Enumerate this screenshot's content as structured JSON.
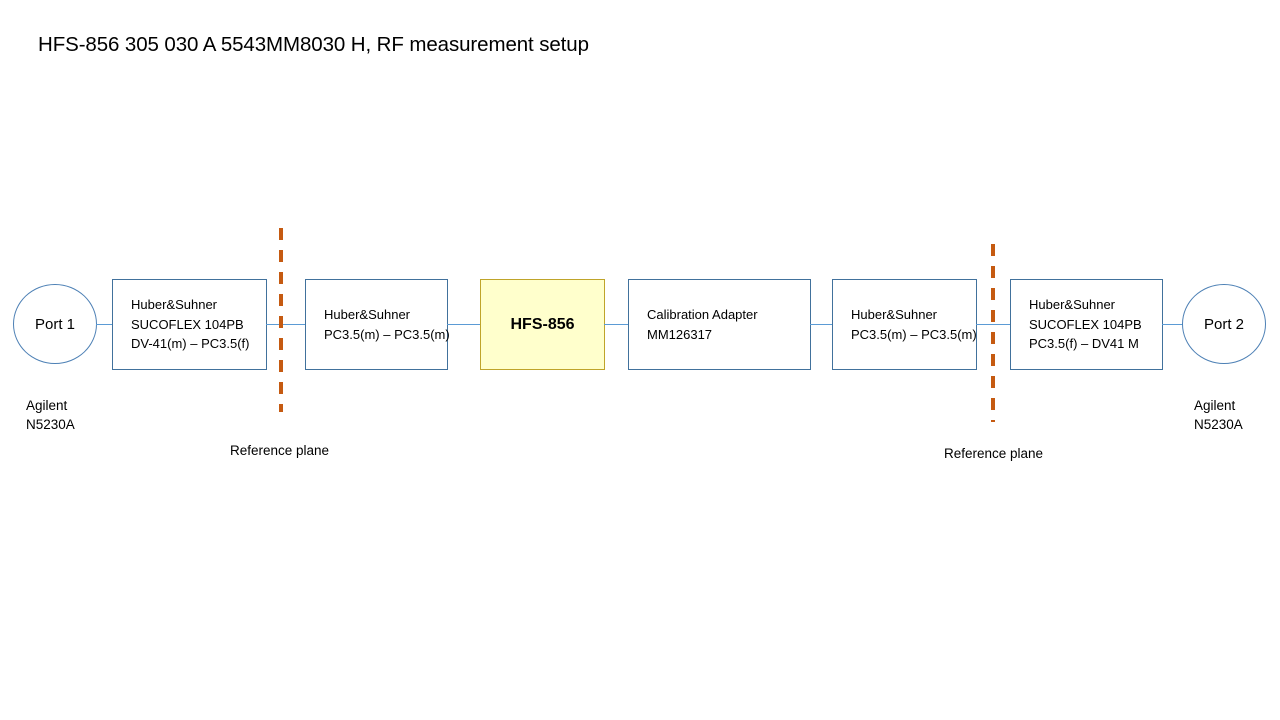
{
  "slide": {
    "title": "HFS-856 305 030 A 5543MM8030 H, RF measurement setup",
    "background_color": "#FFFFFF"
  },
  "colors": {
    "box_border": "#41719C",
    "circle_border": "#4D80B5",
    "connector_line": "#5B9BD5",
    "reference_plane": "#C55A11",
    "dut_fill": "#FFFFCC",
    "text": "#000000"
  },
  "ports": [
    {
      "id": "port-1",
      "label": "Port 1",
      "instrument_line_1": "Agilent",
      "instrument_line_2": "N5230A",
      "side": "left"
    },
    {
      "id": "port-2",
      "label": "Port  2",
      "instrument_line_1": "Agilent",
      "instrument_line_2": "N5230A",
      "side": "right"
    }
  ],
  "components": [
    {
      "id": "cable-1",
      "line1": "Huber&Suhner",
      "line2": "SUCOFLEX 104PB",
      "line3": "DV-41(m) – PC3.5(f)"
    },
    {
      "id": "cable-2",
      "line1": "Huber&Suhner",
      "line2": "PC3.5(m) – PC3.5(m)",
      "line3": ""
    },
    {
      "id": "dut",
      "line1": "HFS-856",
      "line2": "",
      "line3": ""
    },
    {
      "id": "calibration-adapter",
      "line1": "Calibration Adapter",
      "line2": "MM126317",
      "line3": ""
    },
    {
      "id": "cable-3",
      "line1": "Huber&Suhner",
      "line2": "PC3.5(m) – PC3.5(m)",
      "line3": ""
    },
    {
      "id": "cable-4",
      "line1": "Huber&Suhner",
      "line2": "SUCOFLEX 104PB",
      "line3": "PC3.5(f) – DV41 M"
    }
  ],
  "reference_planes": [
    {
      "id": "reference-plane-left",
      "label": "Reference plane"
    },
    {
      "id": "reference-plane-right",
      "label": "Reference plane"
    }
  ]
}
